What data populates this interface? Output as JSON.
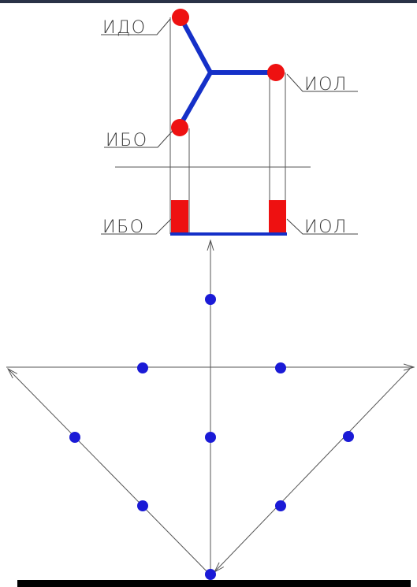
{
  "labels": {
    "ido_top": "ИДО",
    "iol_top": "ИОЛ",
    "ibo_top": "ИБО",
    "ibo_bottom": "ИБО",
    "iol_bottom": "ИОЛ"
  },
  "colors": {
    "background": "#ffffff",
    "frame_top": "#2a3247",
    "structure_blue": "#1530c8",
    "node_red": "#ee1111",
    "node_blue": "#1a1ad6",
    "thin_line": "#555555",
    "base_bar": "#000000"
  }
}
